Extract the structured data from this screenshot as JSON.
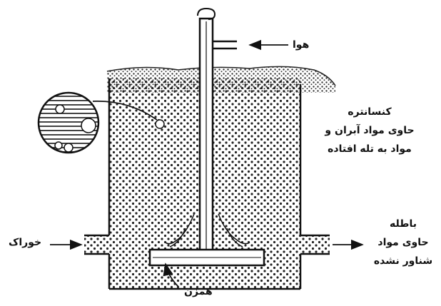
{
  "labels": {
    "air": "هوا",
    "concentrate": [
      "کنسانتره",
      "حاوی مواد آبران و",
      "مواد به تله افتاده"
    ],
    "tailings": [
      "باطله",
      "حاوی مواد",
      "شناور نشده"
    ],
    "feed": "خوراک",
    "impeller": "همزن"
  },
  "colors": {
    "ink": "#111111",
    "dot": "#222222",
    "paper": "#ffffff"
  }
}
